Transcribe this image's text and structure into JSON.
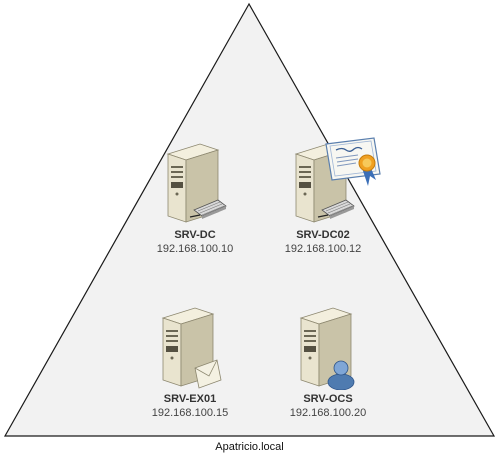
{
  "domain": {
    "label": "Apatricio.local"
  },
  "servers": [
    {
      "name": "SRV-DC",
      "ip": "192.168.100.10",
      "badge": "keyboard-icon"
    },
    {
      "name": "SRV-DC02",
      "ip": "192.168.100.12",
      "badge": "keyboard-icon",
      "extra": "certificate-icon"
    },
    {
      "name": "SRV-EX01",
      "ip": "192.168.100.15",
      "badge": "mail-envelope-icon"
    },
    {
      "name": "SRV-OCS",
      "ip": "192.168.100.20",
      "badge": "user-icon"
    }
  ],
  "colors": {
    "triangle_fill": "#f2f2f2",
    "triangle_stroke": "#1a1a1a",
    "server_body": "#e9e4cf",
    "server_shadow": "#b8b29a",
    "certificate_seal": "#f0a020",
    "user_badge": "#4f7bb0"
  }
}
